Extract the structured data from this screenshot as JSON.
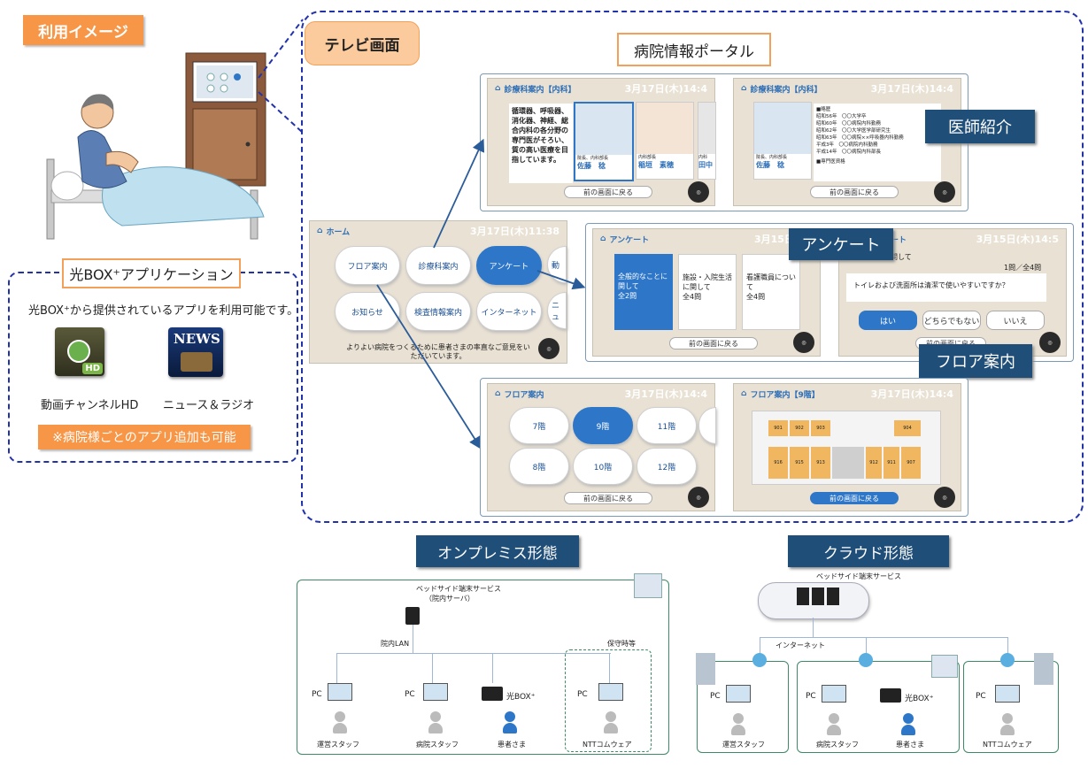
{
  "usage": {
    "title": "利用イメージ"
  },
  "app_section": {
    "title": "光BOX⁺アプリケーション",
    "description": "光BOX⁺から提供されているアプリを利用可能です。",
    "apps": [
      {
        "label": "動画チャンネルHD",
        "badge": "HD"
      },
      {
        "label": "ニュース＆ラジオ",
        "badge": "NEWS"
      }
    ],
    "note": "※病院様ごとのアプリ追加も可能"
  },
  "tv": {
    "title": "テレビ画面",
    "portal_title": "病院情報ポータル",
    "callouts": {
      "doctor": "医師紹介",
      "survey": "アンケート",
      "floor": "フロア案内"
    }
  },
  "home": {
    "header": "ホーム",
    "time": "3月17日(木)11:38",
    "buttons": [
      "フロア案内",
      "診療科案内",
      "アンケート",
      "動",
      "お知らせ",
      "検査情報案内",
      "インターネット",
      "ニュ"
    ],
    "message": "よりよい病院をつくるために患者さまの率直なご意見をいただいています。"
  },
  "clinic1": {
    "header": "診療科案内【内科】",
    "time": "3月17日(木)14:4",
    "intro": "循環器、呼吸器、消化器、神経、総合内科の各分野の専門医がそろい、質の高い医療を目指しています。",
    "doctors": [
      {
        "role": "院長、内科部長",
        "name": "佐藤　稔"
      },
      {
        "role": "内科部長",
        "name": "稲垣　素穂"
      },
      {
        "role": "内科",
        "name": "田中"
      }
    ],
    "back": "前の画面に戻る"
  },
  "clinic2": {
    "header": "診療科案内【内科】",
    "time": "3月17日(木)14:4",
    "role": "院長、内科部長",
    "name": "佐藤　稔",
    "history_title": "■略歴",
    "history": [
      "昭和56年　〇〇大学卒",
      "昭和60年　〇〇病院内科勤務",
      "昭和62年　〇〇大学医学部研究生",
      "昭和63年　〇〇病院××呼吸器内科勤務",
      "平成3年　〇〇病院内科勤務",
      "平成14年　〇〇病院内科部長"
    ],
    "specialty_title": "■専門医資格",
    "back": "前の画面に戻る"
  },
  "survey1": {
    "header": "アンケート",
    "time": "3月15日(木)",
    "cards": [
      {
        "title": "全般的なことに関して",
        "count": "全2問"
      },
      {
        "title": "施設・入院生活に関して",
        "count": "全4問"
      },
      {
        "title": "看護職員について",
        "count": "全4問"
      }
    ],
    "back": "前の画面に戻る"
  },
  "survey2": {
    "header": "ート",
    "time": "3月15日(木)14:5",
    "topic": "活に関して",
    "progress": "1問／全4問",
    "question": "トイレおよび洗面所は清潔で使いやすいですか？",
    "answers": [
      "はい",
      "どちらでもない",
      "いいえ"
    ],
    "back": "前の画面に戻る"
  },
  "floor1": {
    "header": "フロア案内",
    "time": "3月17日(木)14:4",
    "floors": [
      "7階",
      "9階",
      "11階",
      "8階",
      "10階",
      "12階"
    ],
    "back": "前の画面に戻る"
  },
  "floor2": {
    "header": "フロア案内【9階】",
    "time": "3月17日(木)14:4",
    "rooms_top": [
      "901",
      "902",
      "903",
      "904"
    ],
    "rooms_bottom": [
      "916",
      "915",
      "913",
      "912",
      "911",
      "907"
    ],
    "back": "前の画面に戻る"
  },
  "onprem": {
    "title": "オンプレミス形態",
    "service": "ベッドサイド端末サービス",
    "server": "（院内サーバ）",
    "lan": "院内LAN",
    "maint": "保守時等",
    "nodes": [
      {
        "device": "PC",
        "label": "運営スタッフ"
      },
      {
        "device": "PC",
        "label": "病院スタッフ"
      },
      {
        "device": "光BOX⁺",
        "label": "患者さま"
      },
      {
        "device": "PC",
        "label": "NTTコムウェア"
      }
    ]
  },
  "cloud": {
    "title": "クラウド形態",
    "service": "ベッドサイド端末サービス",
    "internet": "インターネット",
    "nodes": [
      {
        "device": "PC",
        "label": "運営スタッフ"
      },
      {
        "device": "PC",
        "label": "病院スタッフ"
      },
      {
        "device": "光BOX⁺",
        "label": "患者さま"
      },
      {
        "device": "PC",
        "label": "NTTコムウェア"
      }
    ]
  },
  "colors": {
    "accent_orange": "#f79646",
    "navy": "#1f4e79",
    "tv_blue": "#2e77c8",
    "dashed_border": "#2233aa"
  }
}
